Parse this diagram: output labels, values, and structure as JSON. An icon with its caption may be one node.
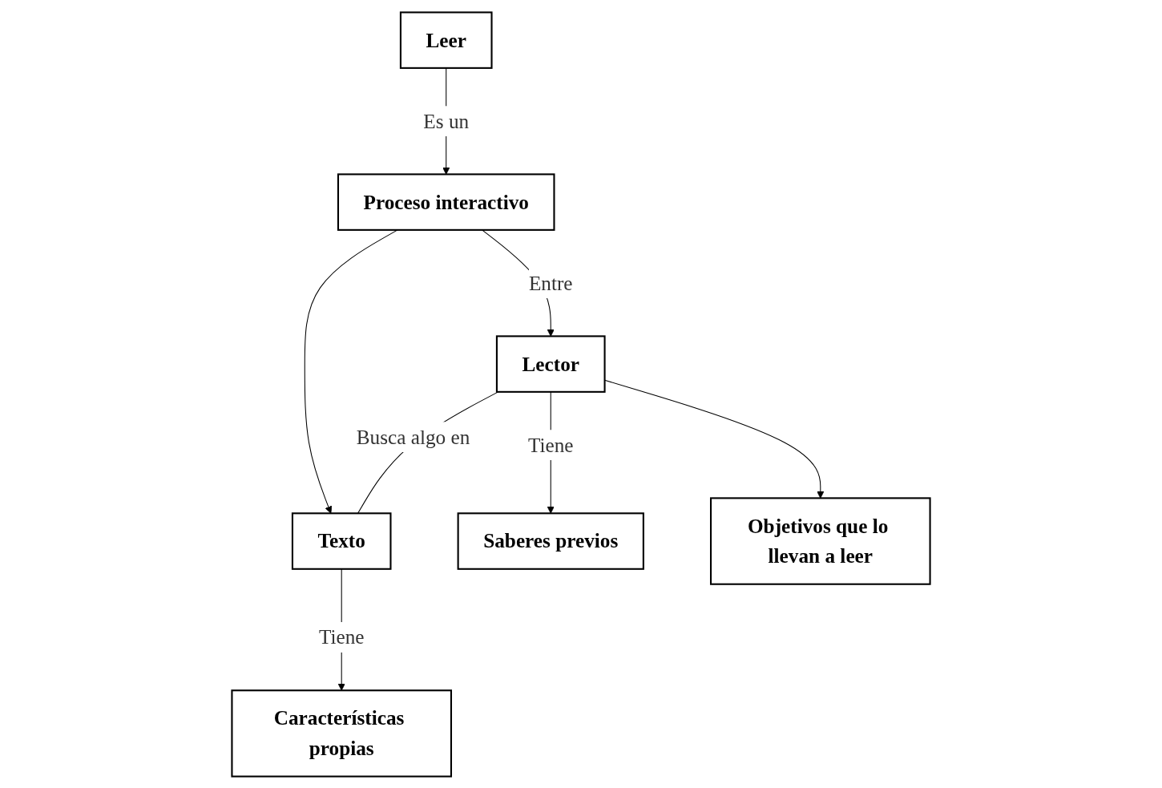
{
  "diagram": {
    "nodes": [
      {
        "text": [
          "Leer"
        ]
      },
      {
        "text": [
          "Proceso interactivo"
        ]
      },
      {
        "text": [
          "Lector"
        ]
      },
      {
        "text": [
          "Texto"
        ]
      },
      {
        "text": [
          "Saberes previos"
        ]
      },
      {
        "text": [
          "Objetivos que lo llevan a leer"
        ]
      },
      {
        "text": [
          "Características propias"
        ]
      }
    ],
    "edges": [
      {
        "from": 0,
        "to": 1,
        "arrow": "to",
        "label": "Es un"
      },
      {
        "from": 1,
        "to": 2,
        "arrow": "to",
        "label": "Entre"
      },
      {
        "from": 1,
        "to": 3,
        "arrow": "to"
      },
      {
        "from": 2,
        "to": 3,
        "arrow": "none",
        "label": "Busca algo en"
      },
      {
        "from": 2,
        "to": 4,
        "arrow": "to",
        "label": "Tiene"
      },
      {
        "from": 2,
        "to": 5,
        "arrow": "to"
      },
      {
        "from": 3,
        "to": 6,
        "arrow": "to",
        "label": "Tiene"
      }
    ]
  }
}
